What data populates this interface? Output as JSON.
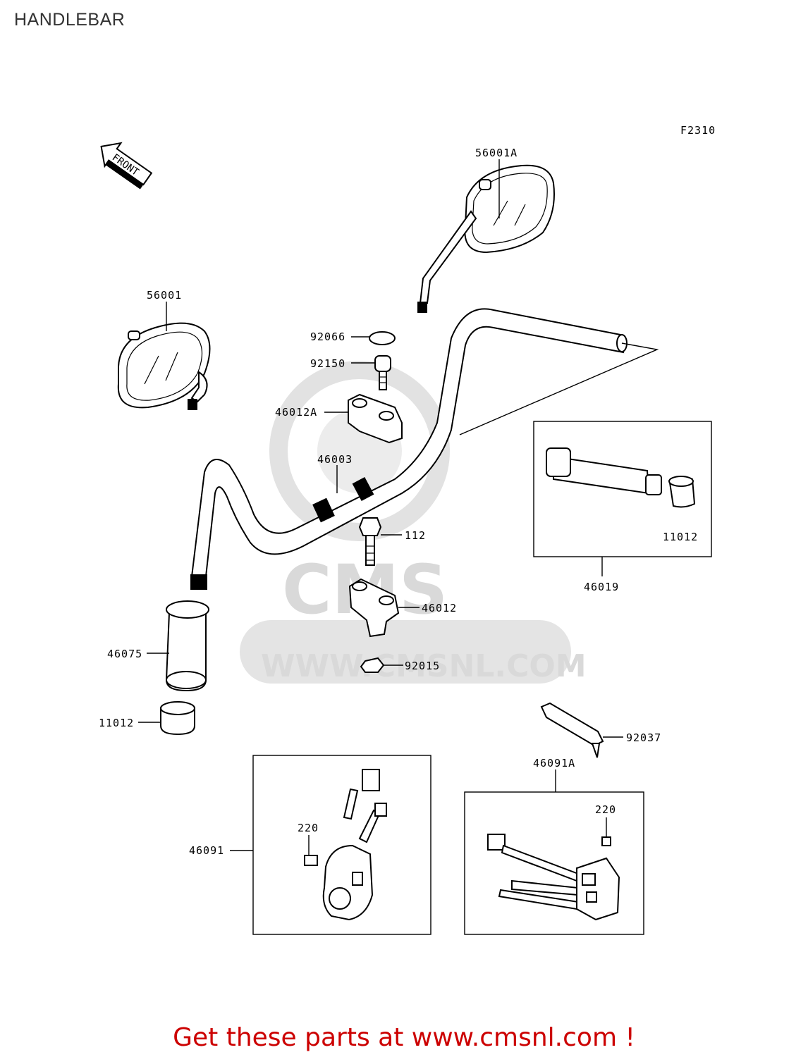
{
  "page": {
    "title": "HANDLEBAR",
    "footer": "Get these parts at www.cmsnl.com !"
  },
  "diagram": {
    "figure_code": "F2310",
    "front_marker": "FRONT",
    "watermark": {
      "brand": "CMS",
      "url": "WWW.CMSNL.COM"
    },
    "part_labels": {
      "p56001A": "56001A",
      "p56001": "56001",
      "p92066": "92066",
      "p92150": "92150",
      "p46012A": "46012A",
      "p46003": "46003",
      "p112": "112",
      "p46012": "46012",
      "p92015": "92015",
      "p46075": "46075",
      "p11012_left": "11012",
      "p11012_right": "11012",
      "p46019": "46019",
      "p92037": "92037",
      "p46091A": "46091A",
      "p46091": "46091",
      "p220_left": "220",
      "p220_right": "220"
    }
  }
}
